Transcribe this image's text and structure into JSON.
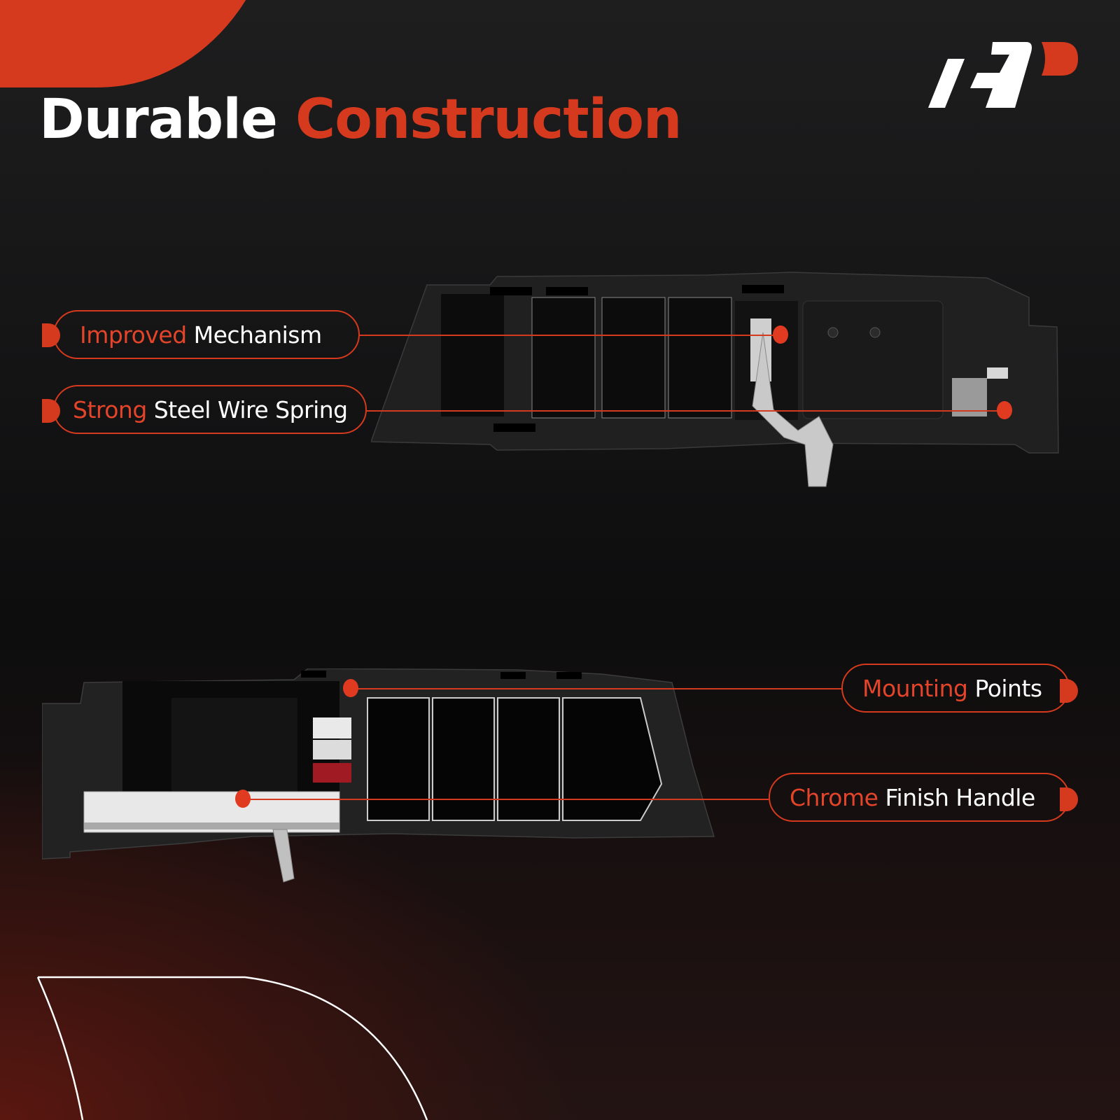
{
  "header": {
    "title_white": "Durable",
    "title_orange": "Construction"
  },
  "brand": {
    "logo": "a-premium-logo-icon",
    "accent_color": "#d63a1e",
    "text_color": "#ffffff"
  },
  "callouts": [
    {
      "highlight": "Improved",
      "label": "Mechanism",
      "position": "top-left",
      "target": "latch-lever"
    },
    {
      "highlight": "Strong",
      "label": "Steel Wire Spring",
      "position": "top-left",
      "target": "spring-assembly"
    },
    {
      "highlight": "Mounting",
      "label": "Points",
      "position": "bottom-right",
      "target": "mounting-slot"
    },
    {
      "highlight": "Chrome",
      "label": "Finish Handle",
      "position": "bottom-right",
      "target": "chrome-handle"
    }
  ],
  "images": {
    "top_product": "door-handle-back-view",
    "bottom_product": "door-handle-front-view"
  }
}
